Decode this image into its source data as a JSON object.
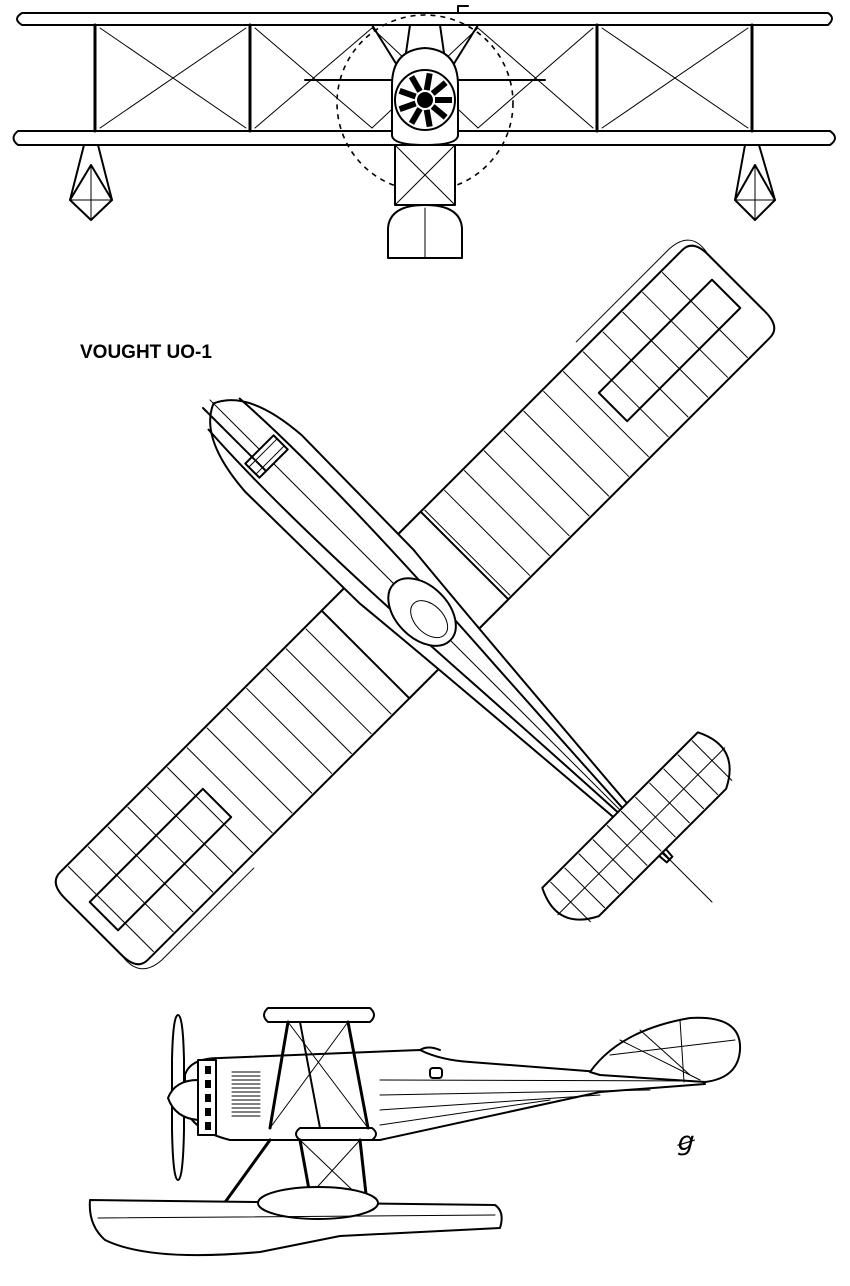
{
  "title": "VOUGHT UO-1",
  "artist_mark": "ꞡ",
  "views": {
    "front": "front-view",
    "top": "top-view",
    "side": "side-view"
  }
}
